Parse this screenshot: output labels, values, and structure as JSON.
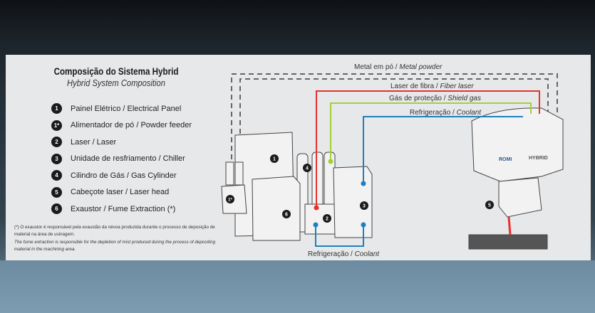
{
  "title": "Composição do Sistema Hybrid",
  "subtitle": "Hybrid System Composition",
  "legend": [
    {
      "badge": "1",
      "label": "Painel Elétrico / Electrical Panel"
    },
    {
      "badge": "1*",
      "label": "Alimentador de pó / Powder feeder"
    },
    {
      "badge": "2",
      "label": "Laser / Laser"
    },
    {
      "badge": "3",
      "label": "Unidade de resfriamento / Chiller"
    },
    {
      "badge": "4",
      "label": "Cilindro de Gás / Gas Cylinder"
    },
    {
      "badge": "5",
      "label": "Cabeçote laser / Laser head"
    },
    {
      "badge": "6",
      "label": "Exaustor / Fume Extraction (*)"
    }
  ],
  "note": {
    "pt": "(*) O exaustor é responsável pela exaustão da névoa produzida durante o processo de deposição de material na área de usinagem.",
    "en": "The fume extraction is responsible for the depletion of mist produced during the process of depositing material in the machining area."
  },
  "lines": {
    "metal_pt": "Metal em pó / ",
    "metal_en": "Metal powder",
    "fiber_pt": "Laser de fibra / ",
    "fiber_en": "Fiber laser",
    "gas_pt": "Gás de proteção / ",
    "gas_en": "Shield gas",
    "coolant_pt": "Refrigeração / ",
    "coolant_en": "Coolant"
  },
  "machine_brand": "ROMI",
  "machine_model": "HYBRID",
  "colors": {
    "fiber": "#e8312f",
    "gas": "#a6cf3a",
    "coolant": "#1f7fbf",
    "powder": "#666666"
  }
}
